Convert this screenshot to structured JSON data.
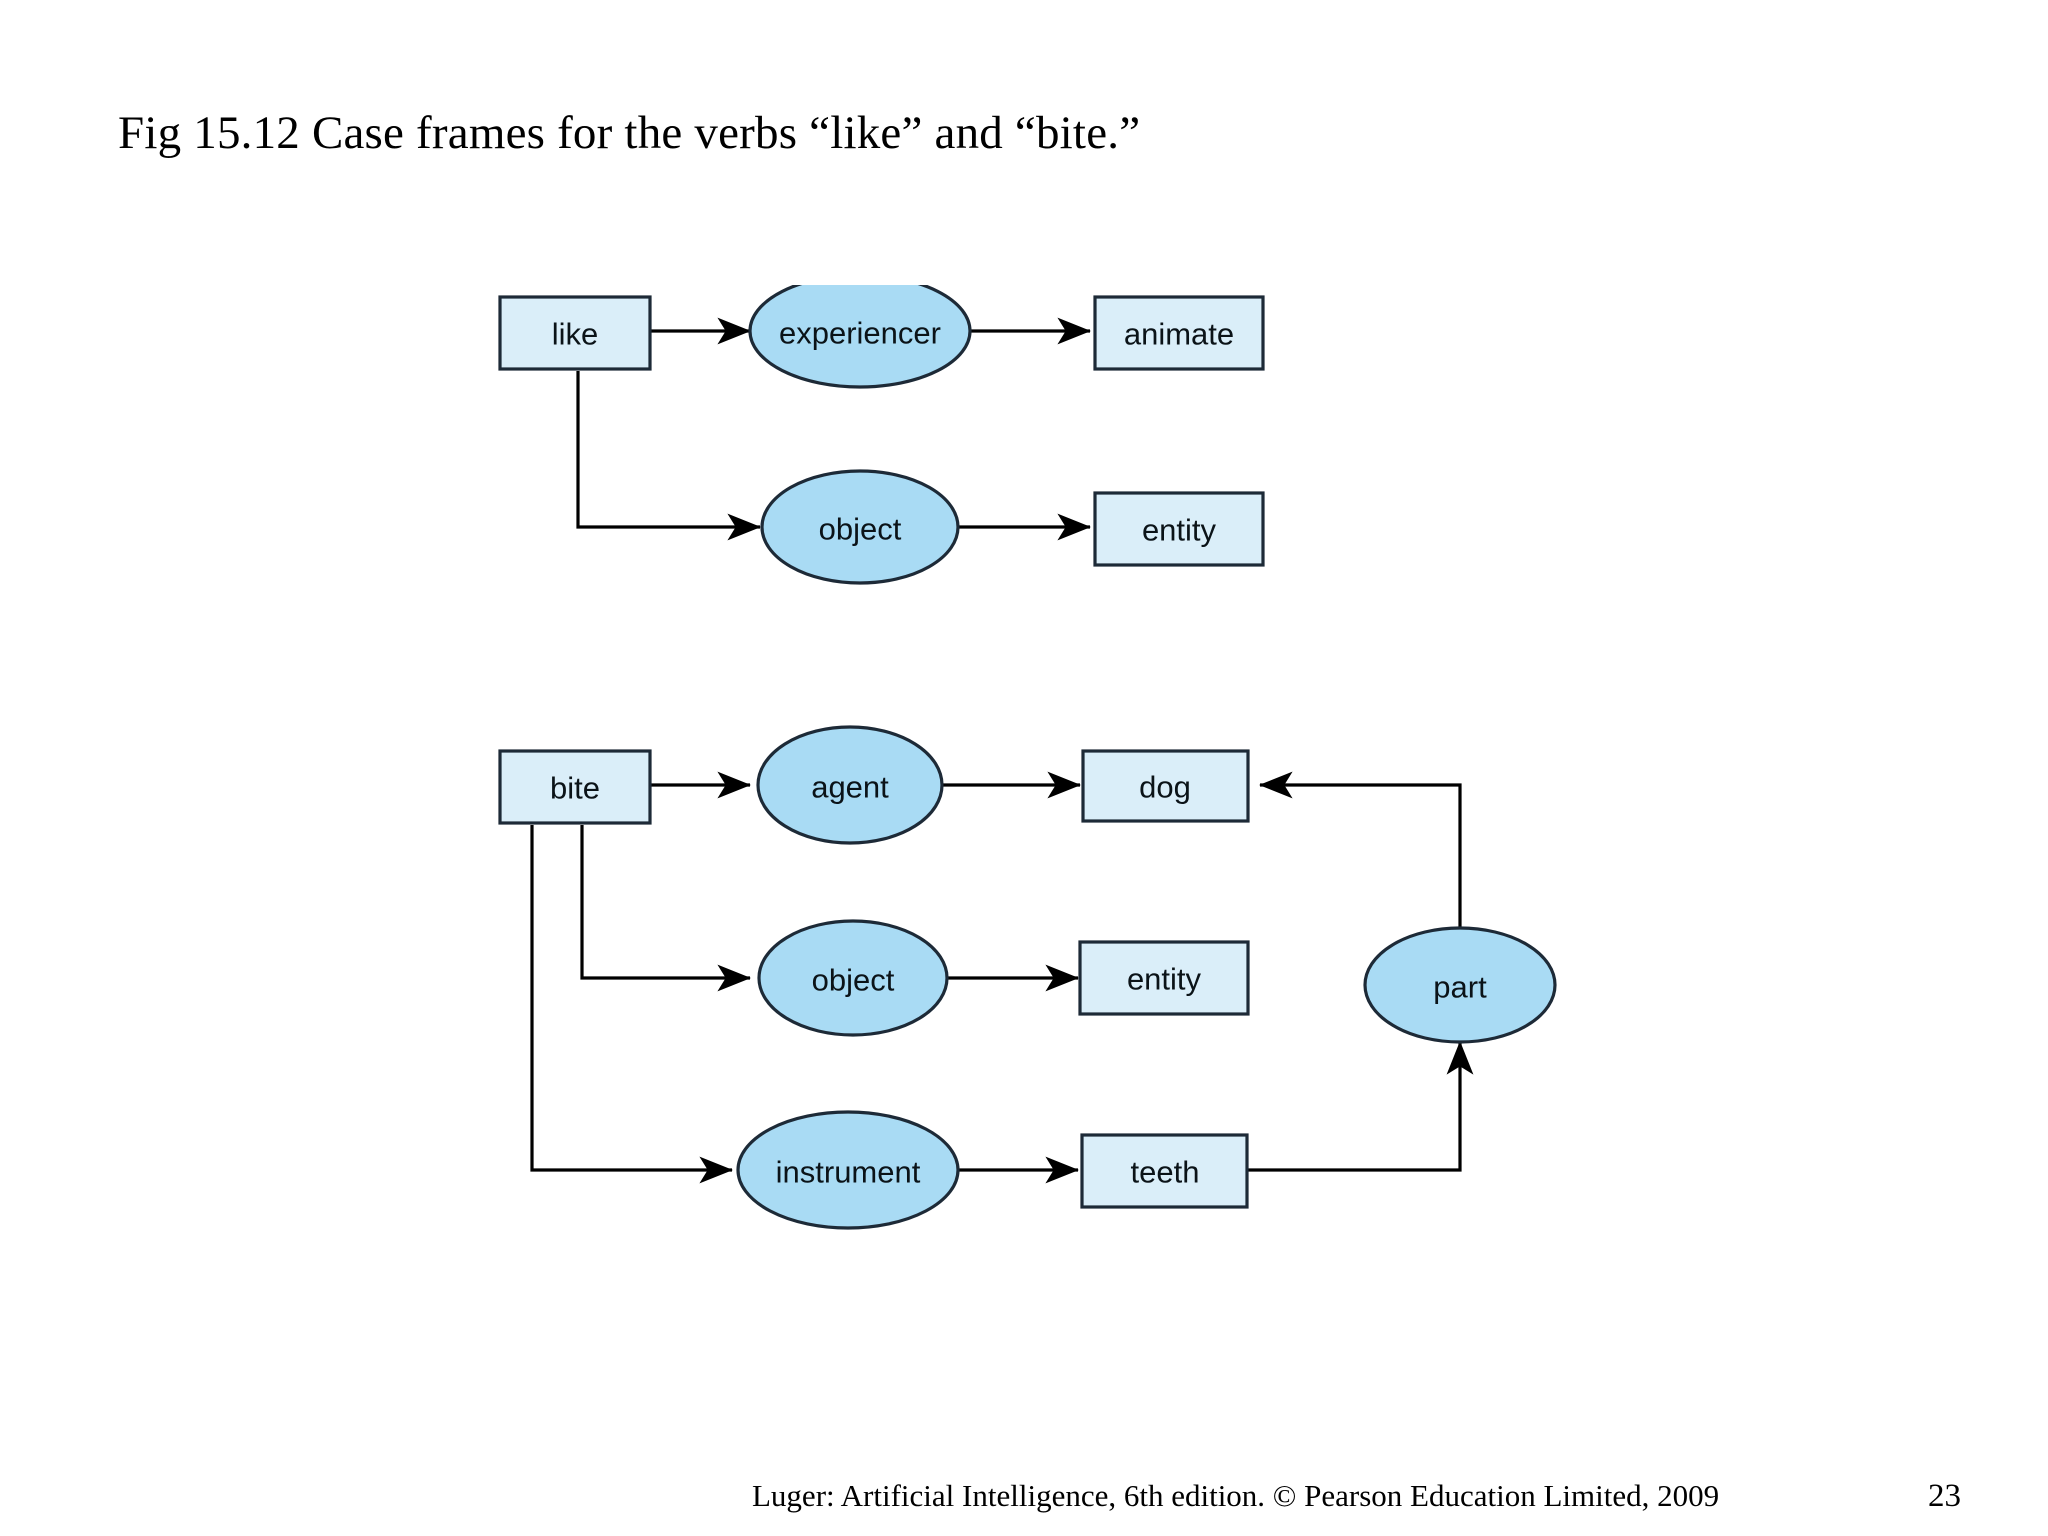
{
  "slide": {
    "title": "Fig 15.12 Case frames for the verbs “like” and “bite.”",
    "page_number": "23",
    "credit": "Luger: Artificial Intelligence, 6th edition. © Pearson Education Limited, 2009"
  },
  "colors": {
    "box_fill": "#daeef9",
    "ellipse_fill": "#a9dbf4",
    "node_stroke": "#1d2a37",
    "edge_stroke": "#000000",
    "text": "#000000",
    "page_background": "#ffffff"
  },
  "diagram": {
    "type": "case-frame-semantic-network",
    "frames": [
      {
        "name": "like-frame",
        "verb": "like",
        "slots": [
          {
            "role": "experiencer",
            "filler": "animate"
          },
          {
            "role": "object",
            "filler": "entity"
          }
        ]
      },
      {
        "name": "bite-frame",
        "verb": "bite",
        "slots": [
          {
            "role": "agent",
            "filler": "dog"
          },
          {
            "role": "object",
            "filler": "entity"
          },
          {
            "role": "instrument",
            "filler": "teeth"
          }
        ],
        "relations": [
          {
            "from": "teeth",
            "via": "part",
            "to": "dog",
            "label": "part"
          }
        ]
      }
    ],
    "nodes": [
      {
        "id": "like",
        "label": "like",
        "shape": "box"
      },
      {
        "id": "experiencer",
        "label": "experiencer",
        "shape": "ellipse"
      },
      {
        "id": "animate",
        "label": "animate",
        "shape": "box"
      },
      {
        "id": "object1",
        "label": "object",
        "shape": "ellipse"
      },
      {
        "id": "entity1",
        "label": "entity",
        "shape": "box"
      },
      {
        "id": "bite",
        "label": "bite",
        "shape": "box"
      },
      {
        "id": "agent",
        "label": "agent",
        "shape": "ellipse"
      },
      {
        "id": "dog",
        "label": "dog",
        "shape": "box"
      },
      {
        "id": "object2",
        "label": "object",
        "shape": "ellipse"
      },
      {
        "id": "entity2",
        "label": "entity",
        "shape": "box"
      },
      {
        "id": "instrument",
        "label": "instrument",
        "shape": "ellipse"
      },
      {
        "id": "teeth",
        "label": "teeth",
        "shape": "box"
      },
      {
        "id": "part",
        "label": "part",
        "shape": "ellipse"
      }
    ],
    "edges": [
      {
        "from": "like",
        "to": "experiencer"
      },
      {
        "from": "experiencer",
        "to": "animate"
      },
      {
        "from": "like",
        "to": "object1"
      },
      {
        "from": "object1",
        "to": "entity1"
      },
      {
        "from": "bite",
        "to": "agent"
      },
      {
        "from": "agent",
        "to": "dog"
      },
      {
        "from": "bite",
        "to": "object2"
      },
      {
        "from": "object2",
        "to": "entity2"
      },
      {
        "from": "bite",
        "to": "instrument"
      },
      {
        "from": "instrument",
        "to": "teeth"
      },
      {
        "from": "teeth",
        "to": "part"
      },
      {
        "from": "part",
        "to": "dog"
      }
    ]
  }
}
